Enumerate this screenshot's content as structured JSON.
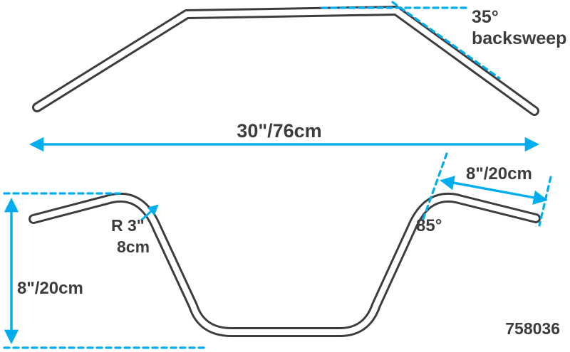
{
  "diagram": {
    "part_number": "758036",
    "colors": {
      "accent": "#00aeef",
      "line": "#3d3d3f",
      "background": "#ffffff"
    },
    "top_view": {
      "backsweep_angle": "35°",
      "backsweep_label": "backsweep"
    },
    "dimensions": {
      "overall_width": "30\"/76cm",
      "grip_length": "8\"/20cm",
      "rise": "8\"/20cm",
      "bend_radius_inches": "R 3\"",
      "bend_radius_cm": "8cm",
      "bend_angle": "85°"
    }
  }
}
